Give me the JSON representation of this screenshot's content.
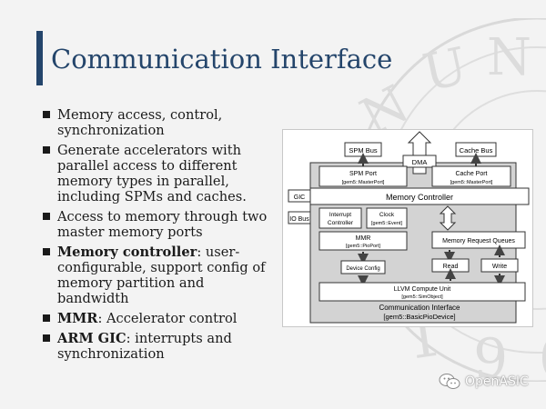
{
  "slide": {
    "title": "Communication Interface",
    "bullets": [
      {
        "bold": "",
        "text": "Memory access, control, synchronization"
      },
      {
        "bold": "",
        "text": "Generate accelerators with parallel access to different memory types in parallel, including SPMs and caches."
      },
      {
        "bold": "",
        "text": "Access to memory through two master memory ports"
      },
      {
        "bold": "Memory controller",
        "text": ": user-configurable, support config of memory partition and bandwidth"
      },
      {
        "bold": "MMR",
        "text": ": Accelerator control"
      },
      {
        "bold": "ARM GIC",
        "text": ": interrupts and synchronization"
      }
    ]
  },
  "diagram": {
    "spm_bus": "SPM Bus",
    "cache_bus": "Cache Bus",
    "dma": "DMA",
    "spm_port": "SPM Port",
    "spm_port_sub": "[gem5::MasterPort]",
    "cache_port": "Cache Port",
    "cache_port_sub": "[gem5::MasterPort]",
    "memory_controller": "Memory Controller",
    "gic": "GIC",
    "io_bus": "IO Bus",
    "interrupt_controller_1": "Interrupt",
    "interrupt_controller_2": "Controller",
    "clock": "Clock",
    "clock_sub": "[gem5::Event]",
    "mmr": "MMR",
    "mmr_sub": "[gem5::PioPort]",
    "memory_request_queues": "Memory Request Queues",
    "device_config": "Device Config",
    "read": "Read",
    "write": "Write",
    "llvm_compute_unit": "LLVM Compute Unit",
    "llvm_compute_unit_sub": "[gem5::SimObject]",
    "comm_interface": "Communication Interface",
    "comm_interface_sub": "[gem5::BasicPioDevice]"
  },
  "watermark": {
    "text": "OpenASIC",
    "icon": "wechat-icon"
  },
  "colors": {
    "title": "#24456b",
    "diagram_gray": "#d3d3d3"
  }
}
